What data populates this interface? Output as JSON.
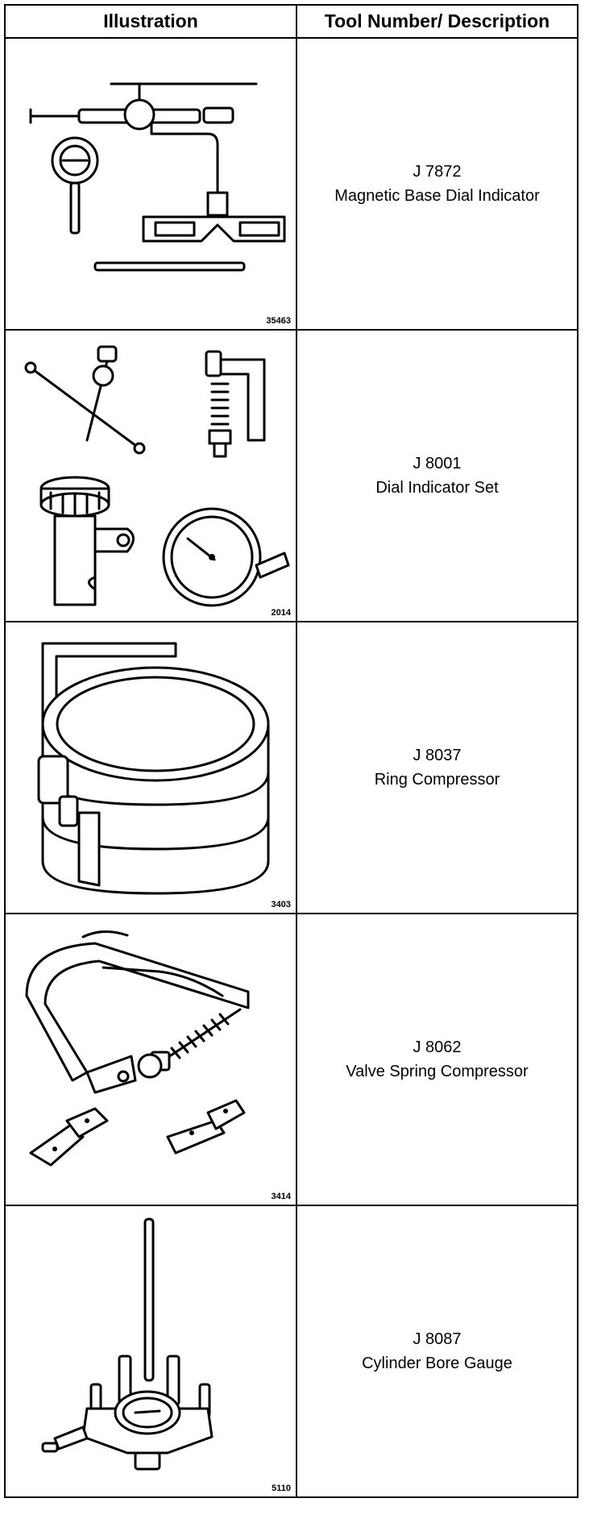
{
  "table": {
    "headers": [
      "Illustration",
      "Tool Number/ Description"
    ],
    "rows": [
      {
        "figure_number": "35463",
        "tool_number": "J 7872",
        "description": "Magnetic Base Dial Indicator",
        "illustration": "magnetic-base-dial-indicator-icon"
      },
      {
        "figure_number": "2014",
        "tool_number": "J 8001",
        "description": "Dial Indicator Set",
        "illustration": "dial-indicator-set-icon"
      },
      {
        "figure_number": "3403",
        "tool_number": "J 8037",
        "description": "Ring Compressor",
        "illustration": "ring-compressor-icon"
      },
      {
        "figure_number": "3414",
        "tool_number": "J 8062",
        "description": "Valve Spring Compressor",
        "illustration": "valve-spring-compressor-icon"
      },
      {
        "figure_number": "5110",
        "tool_number": "J 8087",
        "description": "Cylinder Bore Gauge",
        "illustration": "cylinder-bore-gauge-icon"
      }
    ]
  }
}
